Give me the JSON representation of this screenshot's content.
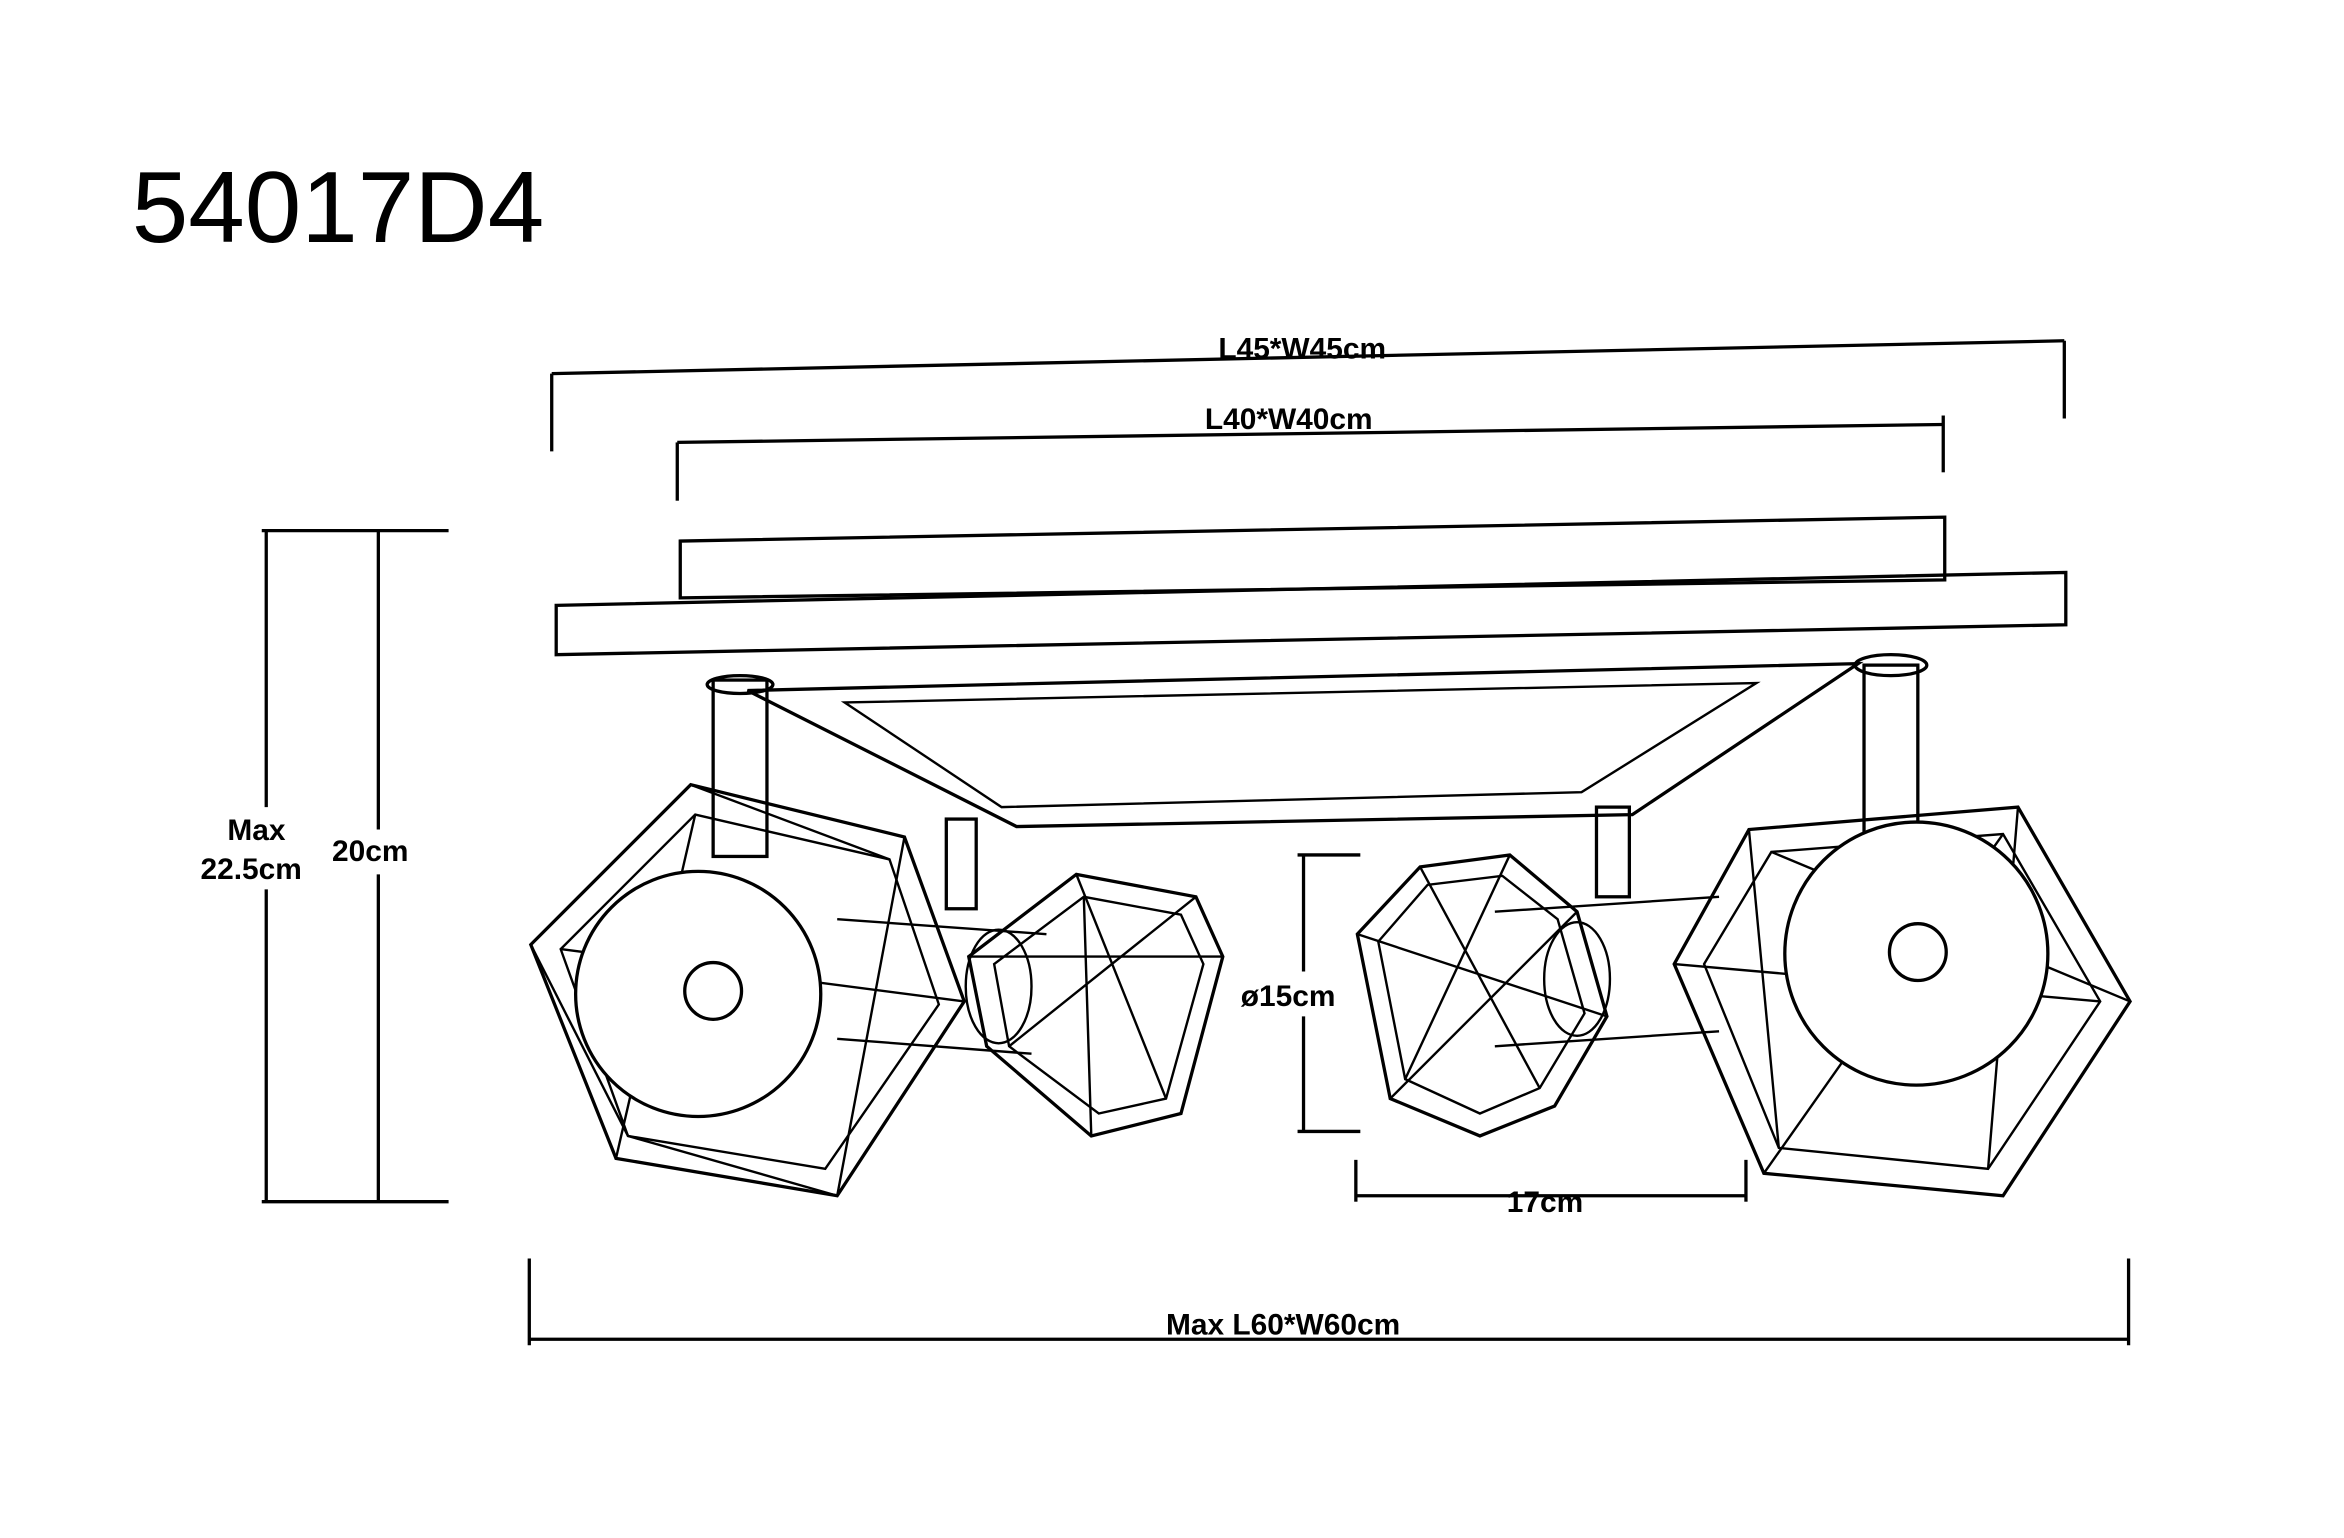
{
  "model_number": "54017D4",
  "dimensions": {
    "outer_base": "L45*W45cm",
    "inner_base": "L40*W40cm",
    "max_height_line1": "Max",
    "max_height_line2": "22.5cm",
    "height": "20cm",
    "shade_diameter": "ø15cm",
    "shade_length": "17cm",
    "max_span": "Max L60*W60cm"
  }
}
